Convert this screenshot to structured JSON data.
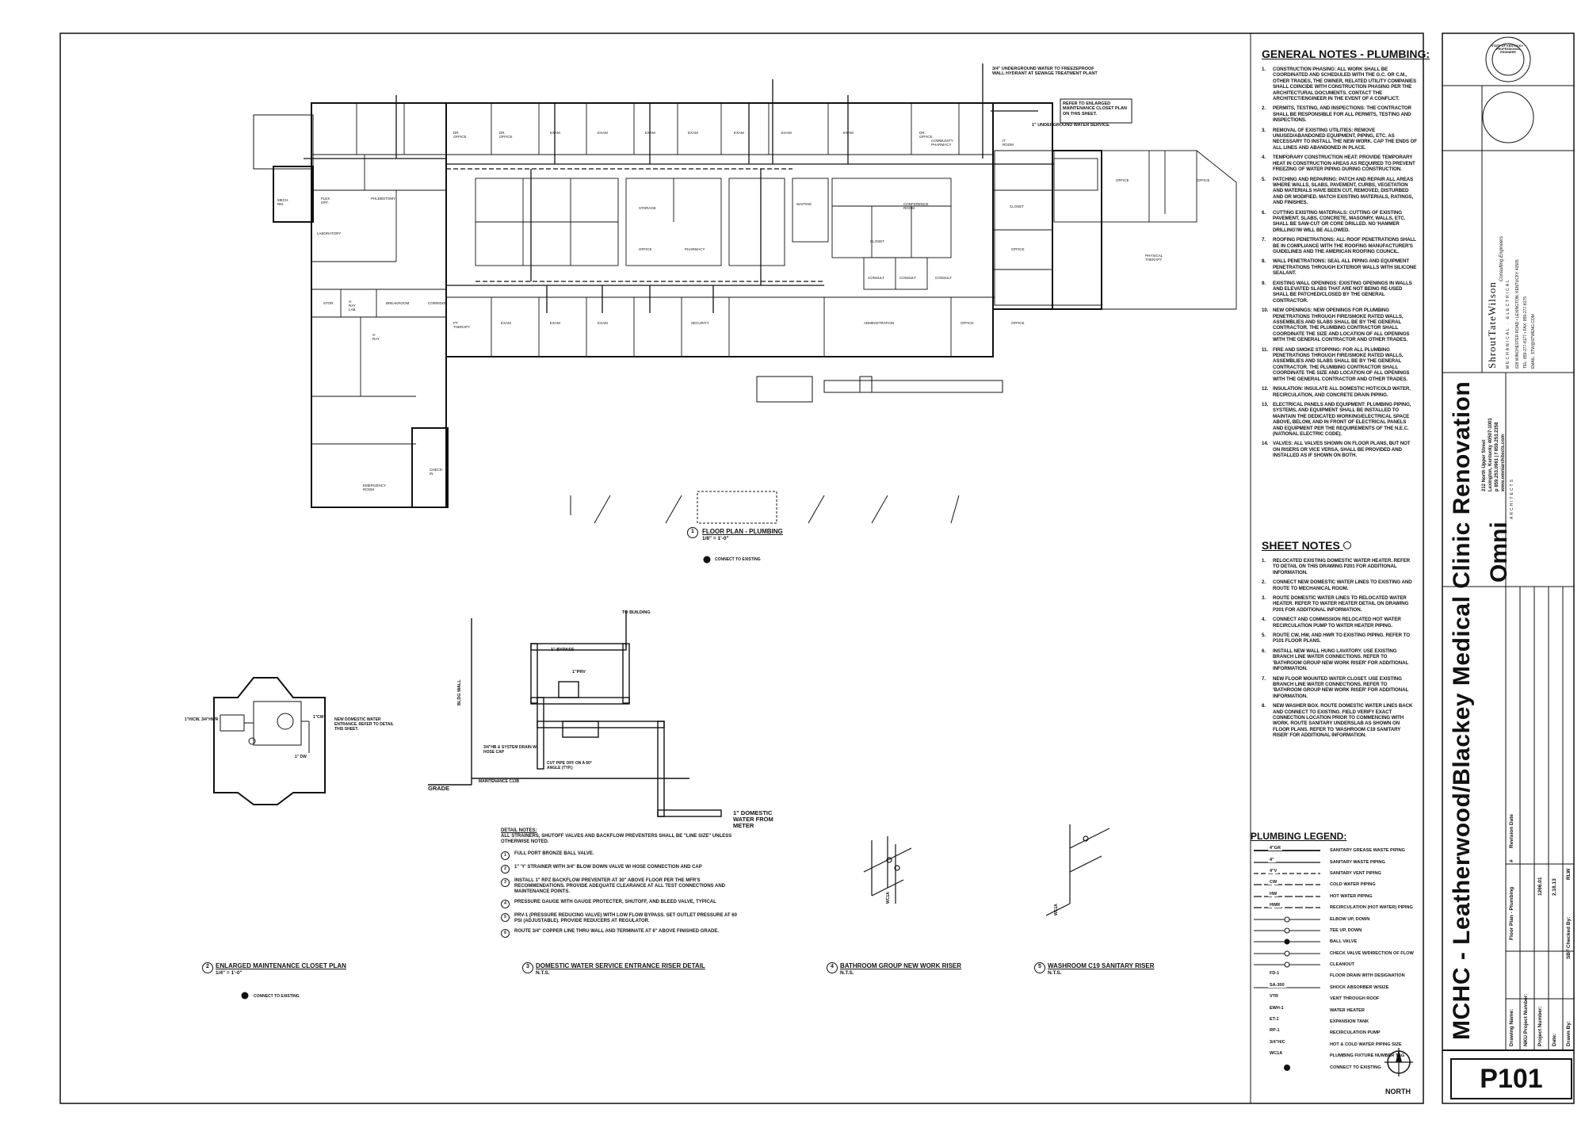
{
  "sheet": {
    "project_title": "MCHC - Leatherwood/Blackey Medical Clinic Renovation",
    "sheet_number": "P101",
    "north_label": "NORTH"
  },
  "architect": {
    "logo": "Omni",
    "logo_sub": "ARCHITECTS",
    "address_line1": "212 North Upper Street",
    "address_line2": "Lexington, Kentucky 40507-1001",
    "address_line3": "p 859.253.0961 | f 859.253.2358",
    "website": "www.omniarchitects.com"
  },
  "engineer": {
    "name": "ShroutTateWilson",
    "sub1": "Consulting Engineers",
    "sub2": "MECHANICAL · ELECTRICAL",
    "address": "628 WINCHESTER ROAD • LEXINGTON, KENTUCKY 40505",
    "phone": "TEL: 859-277-8177 • FAX: 859-277-8175",
    "email": "EMAIL: STW@STWENG.COM"
  },
  "title_block": {
    "revision_label": "Revision Date",
    "hash_label": "#",
    "rows": [
      {
        "label": "Drawing Name:",
        "value": "Floor Plan - Plumbing"
      },
      {
        "label": "NKU Project Number:",
        "value": ""
      },
      {
        "label": "Project Number:",
        "value": "1266.01"
      },
      {
        "label": "Date:",
        "value": "2.18.13"
      },
      {
        "label": "Drawn By:",
        "value": "SBF"
      },
      {
        "label": "Checked By:",
        "value": "RLW"
      }
    ]
  },
  "general_notes": {
    "title": "GENERAL NOTES - PLUMBING:",
    "items": [
      {
        "num": "1.",
        "text": "CONSTRUCTION PHASING: ALL WORK SHALL BE COORDINATED AND SCHEDULED WITH THE G.C. OR C.M., OTHER TRADES, THE OWNER, RELATED UTILITY COMPANIES SHALL COINCIDE WITH CONSTRUCTION PHASING PER THE ARCHITECTURAL DOCUMENTS. CONTACT THE ARCHITECT/ENGINEER IN THE EVENT OF A CONFLICT."
      },
      {
        "num": "2.",
        "text": "PERMITS, TESTING, AND INSPECTIONS: THE CONTRACTOR SHALL BE RESPONSIBLE FOR ALL PERMITS, TESTING AND INSPECTIONS."
      },
      {
        "num": "3.",
        "text": "REMOVAL OF EXISTING UTILITIES: REMOVE UNUSED/ABANDONED EQUIPMENT, PIPING, ETC. AS NECESSARY TO INSTALL THE NEW WORK. CAP THE ENDS OF ALL LINES AND ABANDONED IN PLACE."
      },
      {
        "num": "4.",
        "text": "TEMPORARY CONSTRUCTION HEAT: PROVIDE TEMPORARY HEAT IN CONSTRUCTION AREAS AS REQUIRED TO PREVENT FREEZING OF WATER PIPING DURING CONSTRUCTION."
      },
      {
        "num": "5.",
        "text": "PATCHING AND REPAIRING: PATCH AND REPAIR ALL AREAS WHERE WALLS, SLABS, PAVEMENT, CURBS, VEGETATION AND MATERIALS HAVE BEEN CUT, REMOVED, DISTURBED AND OR MODIFIED. MATCH EXISTING MATERIALS, RATINGS, AND FINISHES."
      },
      {
        "num": "6.",
        "text": "CUTTING EXISTING MATERIALS: CUTTING OF EXISTING PAVEMENT, SLABS, CONCRETE, MASONRY, WALLS, ETC. SHALL BE SAW-CUT OR CORE DRILLED. NO 'HAMMER DRILLING'/W WILL BE ALLOWED."
      },
      {
        "num": "7.",
        "text": "ROOFING PENETRATIONS: ALL ROOF PENETRATIONS SHALL BE IN COMPLIANCE WITH THE ROOFING MANUFACTURER'S GUIDELINES AND THE AMERICAN ROOFING COUNCIL."
      },
      {
        "num": "8.",
        "text": "WALL PENETRATIONS: SEAL ALL PIPING AND EQUIPMENT PENETRATIONS THROUGH EXTERIOR WALLS WITH SILICONE SEALANT."
      },
      {
        "num": "9.",
        "text": "EXISTING WALL OPENINGS: EXISTING OPENINGS IN WALLS AND ELEVATED SLABS THAT ARE NOT BEING RE-USED SHALL BE PATCHED/CLOSED BY THE GENERAL CONTRACTOR."
      },
      {
        "num": "10.",
        "text": "NEW OPENINGS: NEW OPENINGS FOR PLUMBING PENETRATIONS THROUGH FIRE/SMOKE RATED WALLS, ASSEMBLIES AND SLABS SHALL BE BY THE GENERAL CONTRACTOR. THE PLUMBING CONTRACTOR SHALL COORDINATE THE SIZE AND LOCATION OF ALL OPENINGS WITH THE GENERAL CONTRACTOR AND OTHER TRADES."
      },
      {
        "num": "11.",
        "text": "FIRE AND SMOKE STOPPING: FOR ALL PLUMBING PENETRATIONS THROUGH FIRE/SMOKE RATED WALLS, ASSEMBLIES AND SLABS SHALL BE BY THE GENERAL CONTRACTOR. THE PLUMBING CONTRACTOR SHALL COORDINATE THE SIZE AND LOCATION OF ALL OPENINGS WITH THE GENERAL CONTRACTOR AND OTHER TRADES."
      },
      {
        "num": "12.",
        "text": "INSULATION: INSULATE ALL DOMESTIC HOT/COLD WATER, RECIRCULATION, AND CONCRETE DRAIN PIPING."
      },
      {
        "num": "13.",
        "text": "ELECTRICAL PANELS AND EQUIPMENT: PLUMBING PIPING, SYSTEMS, AND EQUIPMENT SHALL BE INSTALLED TO MAINTAIN THE DEDICATED WORKING/ELECTRICAL SPACE ABOVE, BELOW, AND IN FRONT OF ELECTRICAL PANELS AND EQUIPMENT PER THE REQUIREMENTS OF THE N.E.C. (NATIONAL ELECTRIC CODE)."
      },
      {
        "num": "14.",
        "text": "VALVES: ALL VALVES SHOWN ON FLOOR PLANS, BUT NOT ON RISERS OR VICE VERSA, SHALL BE PROVIDED AND INSTALLED AS IF SHOWN ON BOTH."
      }
    ]
  },
  "sheet_notes": {
    "title": "SHEET NOTES",
    "items": [
      {
        "num": "1.",
        "text": "RELOCATED EXISTING DOMESTIC WATER HEATER. REFER TO DETAIL ON THIS DRAWING P201 FOR ADDITIONAL INFORMATION."
      },
      {
        "num": "2.",
        "text": "CONNECT NEW DOMESTIC WATER LINES TO EXISTING AND ROUTE TO MECHANICAL ROOM."
      },
      {
        "num": "3.",
        "text": "ROUTE DOMESTIC WATER LINES TO RELOCATED WATER HEATER. REFER TO WATER HEATER DETAIL ON DRAWING P201 FOR ADDITIONAL INFORMATION."
      },
      {
        "num": "4.",
        "text": "CONNECT AND COMMISSION RELOCATED HOT WATER RECIRCULATION PUMP TO WATER HEATER PIPING."
      },
      {
        "num": "5.",
        "text": "ROUTE CW, HW, AND HWR TO EXISTING PIPING. REFER TO P101 FLOOR PLANS."
      },
      {
        "num": "6.",
        "text": "INSTALL NEW WALL HUNG LAVATORY. USE EXISTING BRANCH LINE WATER CONNECTIONS. REFER TO 'BATHROOM GROUP NEW WORK RISER' FOR ADDITIONAL INFORMATION."
      },
      {
        "num": "7.",
        "text": "NEW FLOOR MOUNTED WATER CLOSET. USE EXISTING BRANCH LINE WATER CONNECTIONS. REFER TO 'BATHROOM GROUP NEW WORK RISER' FOR ADDITIONAL INFORMATION."
      },
      {
        "num": "8.",
        "text": "NEW WASHER BOX. ROUTE DOMESTIC WATER LINES BACK AND CONNECT TO EXISTING. FIELD VERIFY EXACT CONNECTION LOCATION PRIOR TO COMMENCING WITH WORK. ROUTE SANITARY UNDERSLAB AS SHOWN ON FLOOR PLANS. REFER TO 'WASHROOM C19 SANITARY RISER' FOR ADDITIONAL INFORMATION."
      }
    ]
  },
  "legend": {
    "title": "PLUMBING LEGEND:",
    "items": [
      {
        "sym": "4\"GR",
        "text": "SANITARY GREASE WASTE PIPING"
      },
      {
        "sym": "4\"",
        "text": "SANITARY WASTE PIPING"
      },
      {
        "sym": "4\"V",
        "text": "SANITARY VENT PIPING"
      },
      {
        "sym": "CW",
        "text": "COLD WATER PIPING"
      },
      {
        "sym": "HW",
        "text": "HOT WATER PIPING"
      },
      {
        "sym": "HWR",
        "text": "RECIRCULATION (HOT WATER) PIPING"
      },
      {
        "sym": "",
        "text": "ELBOW UP, DOWN"
      },
      {
        "sym": "",
        "text": "TEE UP, DOWN"
      },
      {
        "sym": "",
        "text": "BALL VALVE"
      },
      {
        "sym": "",
        "text": "CHECK VALVE W/DIRECTION OF FLOW"
      },
      {
        "sym": "",
        "text": "CLEANOUT"
      },
      {
        "sym": "FD-1",
        "text": "FLOOR DRAIN WITH DESIGNATION"
      },
      {
        "sym": "SA-300",
        "text": "SHOCK ABSORBER W/SIZE"
      },
      {
        "sym": "VTR",
        "text": "VENT THROUGH ROOF"
      },
      {
        "sym": "EWH-1",
        "text": "WATER HEATER"
      },
      {
        "sym": "ET-1",
        "text": "EXPANSION TANK"
      },
      {
        "sym": "RP-1",
        "text": "RECIRCULATION PUMP"
      },
      {
        "sym": "3/4\"H/C",
        "text": "HOT & COLD WATER PIPING SIZE"
      },
      {
        "sym": "WC1A",
        "text": "PLUMBING FIXTURE NUMBER TAG"
      },
      {
        "sym": "",
        "text": "CONNECT TO EXISTING"
      }
    ]
  },
  "floor_plan": {
    "caption": "FLOOR PLAN - PLUMBING",
    "num": "1",
    "scale": "1/8\" = 1'-0\"",
    "connect": "CONNECT TO EXISTING",
    "callout_box": "REFER TO ENLARGED MAINTENANCE CLOSET PLAN ON THIS SHEET.",
    "ug_water": "3/4\" UNDERGROUND WATER TO FREEZEPROOF WALL HYDRANT AT SEWAGE TREATMENT PLANT",
    "ug_service": "1\" UNDERGROUND WATER SERVICE",
    "rooms": [
      "DR. OFFICE",
      "DR. OFFICE",
      "EXAM",
      "EXAM",
      "EXAM",
      "EXAM",
      "EXAM",
      "EXAM",
      "EXAM",
      "DR. OFFICE",
      "PT THERAPY",
      "EXAM",
      "EXAM",
      "EXAM",
      "SECURITY",
      "ADMINISTRATION",
      "OFFICE",
      "OFFICE",
      "PHARMACY",
      "STORAGE",
      "WAITING",
      "CONFERENCE ROOM",
      "LABORATORY",
      "FLEX OFF.",
      "PHLEBOTOMY",
      "BREAKROOM",
      "EMERGENCY ROOM",
      "COMMUNITY PHARMACY",
      "IT ROOM",
      "OFFICE",
      "OFFICE",
      "CLOSET",
      "OFFICE",
      "OFFICE",
      "PHYSICAL THERAPY",
      "MECH. RM.",
      "X-RAY LAB",
      "X-RAY",
      "STOR.",
      "CORRIDOR",
      "CLOSET",
      "CONSULT",
      "CONSULT",
      "CONSULT",
      "CHECK-IN"
    ]
  },
  "detail_closet": {
    "num": "2",
    "caption": "ENLARGED MAINTENANCE CLOSET PLAN",
    "scale": "1/4\" = 1'-0\"",
    "connect": "CONNECT TO EXISTING",
    "callout": "NEW DOMESTIC WATER ENTRANCE. REFER TO DETAIL THIS SHEET.",
    "label1": "1\"CW",
    "label2": "1\"H/CW, 3/4\"HWR",
    "label3": "1\" DW"
  },
  "detail_riser": {
    "num": "3",
    "caption": "DOMESTIC WATER SERVICE ENTRANCE RISER DETAIL",
    "scale": "N.T.S.",
    "to_building": "TO BUILDING",
    "bypass": "1\" BYPASS",
    "prv": "1\"PRV",
    "bldg_wall": "BLDG WALL",
    "grade": "GRADE",
    "maint": "MAINTENANCE C13B",
    "hb": "3/4\"HB & SYSTEM DRAIN W/ HOSE CAP",
    "cut_pipe": "CUT PIPE OFF ON A 60° ANGLE (TYP.)",
    "domestic": "1\" DOMESTIC WATER FROM METER",
    "notes_title": "DETAIL NOTES:",
    "notes_intro": "ALL STRAINERS, SHUTOFF VALVES AND BACKFLOW PREVENTERS SHALL BE \"LINE SIZE\" UNLESS OTHERWISE NOTED.",
    "notes": [
      {
        "num": "1",
        "text": "FULL PORT BRONZE BALL VALVE."
      },
      {
        "num": "2",
        "text": "1\" 'Y' STRAINER WITH 3/4\" BLOW DOWN VALVE W/ HOSE CONNECTION AND CAP"
      },
      {
        "num": "3",
        "text": "INSTALL 1\" RPZ BACKFLOW PREVENTER AT 30\" ABOVE FLOOR PER THE MFR'S RECOMMENDATIONS. PROVIDE ADEQUATE CLEARANCE AT ALL TEST CONNECTIONS AND MAINTENANCE POINTS."
      },
      {
        "num": "4",
        "text": "PRESSURE GAUGE WITH GAUGE PROTECTER, SHUTOFF, AND BLEED VALVE, TYPICAL"
      },
      {
        "num": "5",
        "text": "PRV-1 (PRESSURE REDUCING VALVE) WITH LOW FLOW BYPASS. SET OUTLET PRESSURE AT 60 PSI (ADJUSTABLE). PROVIDE REDUCERS AT REGULATOR."
      },
      {
        "num": "6",
        "text": "ROUTE 3/4\" COPPER LINE THRU WALL AND TERMINATE AT 6\" ABOVE FINISHED GRADE."
      }
    ]
  },
  "detail_bath": {
    "num": "4",
    "caption": "BATHROOM GROUP NEW WORK RISER",
    "scale": "N.T.S.",
    "tag": "WC1A"
  },
  "detail_wash": {
    "num": "5",
    "caption": "WASHROOM C19 SANITARY RISER",
    "scale": "N.T.S.",
    "tag": "WC1A"
  },
  "pe_seal": "STATE OF KENTUCKY · PROFESSIONAL ENGINEER"
}
